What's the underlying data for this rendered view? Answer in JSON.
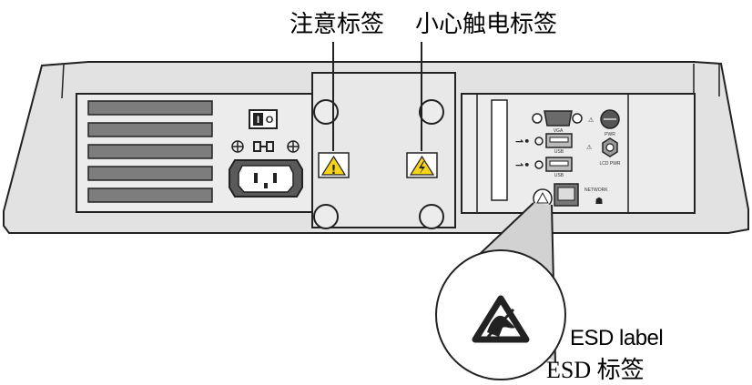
{
  "labels": {
    "caution": "注意标签",
    "shock": "小心触电标签",
    "esd_en": "ESD label",
    "esd_zh": "ESD 标签"
  },
  "ports": {
    "vga": "VGA",
    "usb_1": "USB",
    "usb_2": "USB",
    "pwr": "PWR",
    "lcd_pwr": "LCD PWR",
    "network": "NETWORK"
  },
  "power_switch": {
    "left": "I",
    "right": "O"
  },
  "colors": {
    "outline": "#222222",
    "panel_fill": "#ececec",
    "chassis_fill": "#e2e2e2",
    "slot_fill": "#7d7d7d",
    "warning_yellow": "#f7d417"
  },
  "icons": {
    "caution": "exclamation-triangle-icon",
    "shock": "lightning-triangle-icon",
    "esd": "esd-hand-triangle-icon",
    "usb": "usb-trident-icon",
    "network": "network-icon"
  }
}
